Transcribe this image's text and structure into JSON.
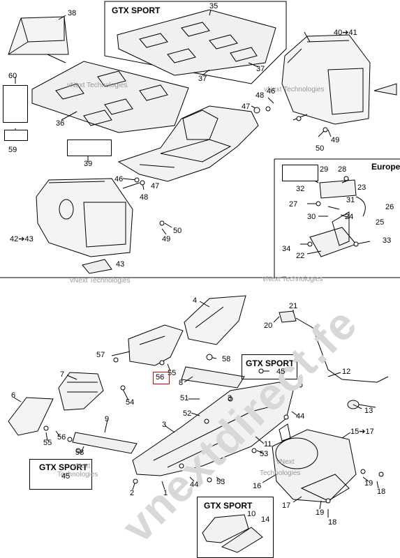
{
  "boxes": {
    "gtx_top": "GTX SPORT",
    "europe": "Europe",
    "gtx_mid": "GTX SPORT",
    "gtx_left": "GTX SPORT",
    "gtx_bottom": "GTX SPORT"
  },
  "highlighted_part": "56",
  "watermarks": {
    "vnext": "vNext Technologies",
    "vnext_top": "vNext",
    "vnext_bottom": "Technologies",
    "big": "vnextdirect.fe"
  },
  "labels": {
    "p38": "38",
    "p35": "35",
    "p37a": "37",
    "p37b": "37",
    "p40": "40➔41",
    "p60": "60",
    "p36": "36",
    "p59": "59",
    "p39": "39",
    "p48a": "48",
    "p46a": "46",
    "p47a": "47",
    "p46b": "46",
    "p47b": "47",
    "p48b": "48",
    "p50a": "50",
    "p49a": "49",
    "p50b": "50",
    "p49b": "49",
    "p42": "42➔43",
    "p43": "43",
    "p29": "29",
    "p28": "28",
    "p23": "23",
    "p32": "32",
    "p27": "27",
    "p31": "31",
    "p26": "26",
    "p30": "30",
    "p24": "24",
    "p25": "25",
    "p34": "34",
    "p22": "22",
    "p33": "33",
    "p4": "4",
    "p21": "21",
    "p20": "20",
    "p57": "57",
    "p55a": "55",
    "p58a": "58",
    "p7": "7",
    "p8": "8",
    "p45a": "45",
    "p12": "12",
    "p6": "6",
    "p54": "54",
    "p51": "51",
    "p3a": "3",
    "p52": "52",
    "p13": "13",
    "p44a": "44",
    "p9": "9",
    "p55b": "55",
    "p56b": "56",
    "p3b": "3",
    "p11": "11",
    "p15": "15➔17",
    "p58b": "58",
    "p53a": "53",
    "p45b": "45",
    "p2": "2",
    "p44b": "44",
    "p53b": "53",
    "p1": "1",
    "p16": "16",
    "p19a": "19",
    "p18a": "18",
    "p17": "17",
    "p19b": "19",
    "p18b": "18",
    "p10": "10",
    "p14": "14"
  }
}
